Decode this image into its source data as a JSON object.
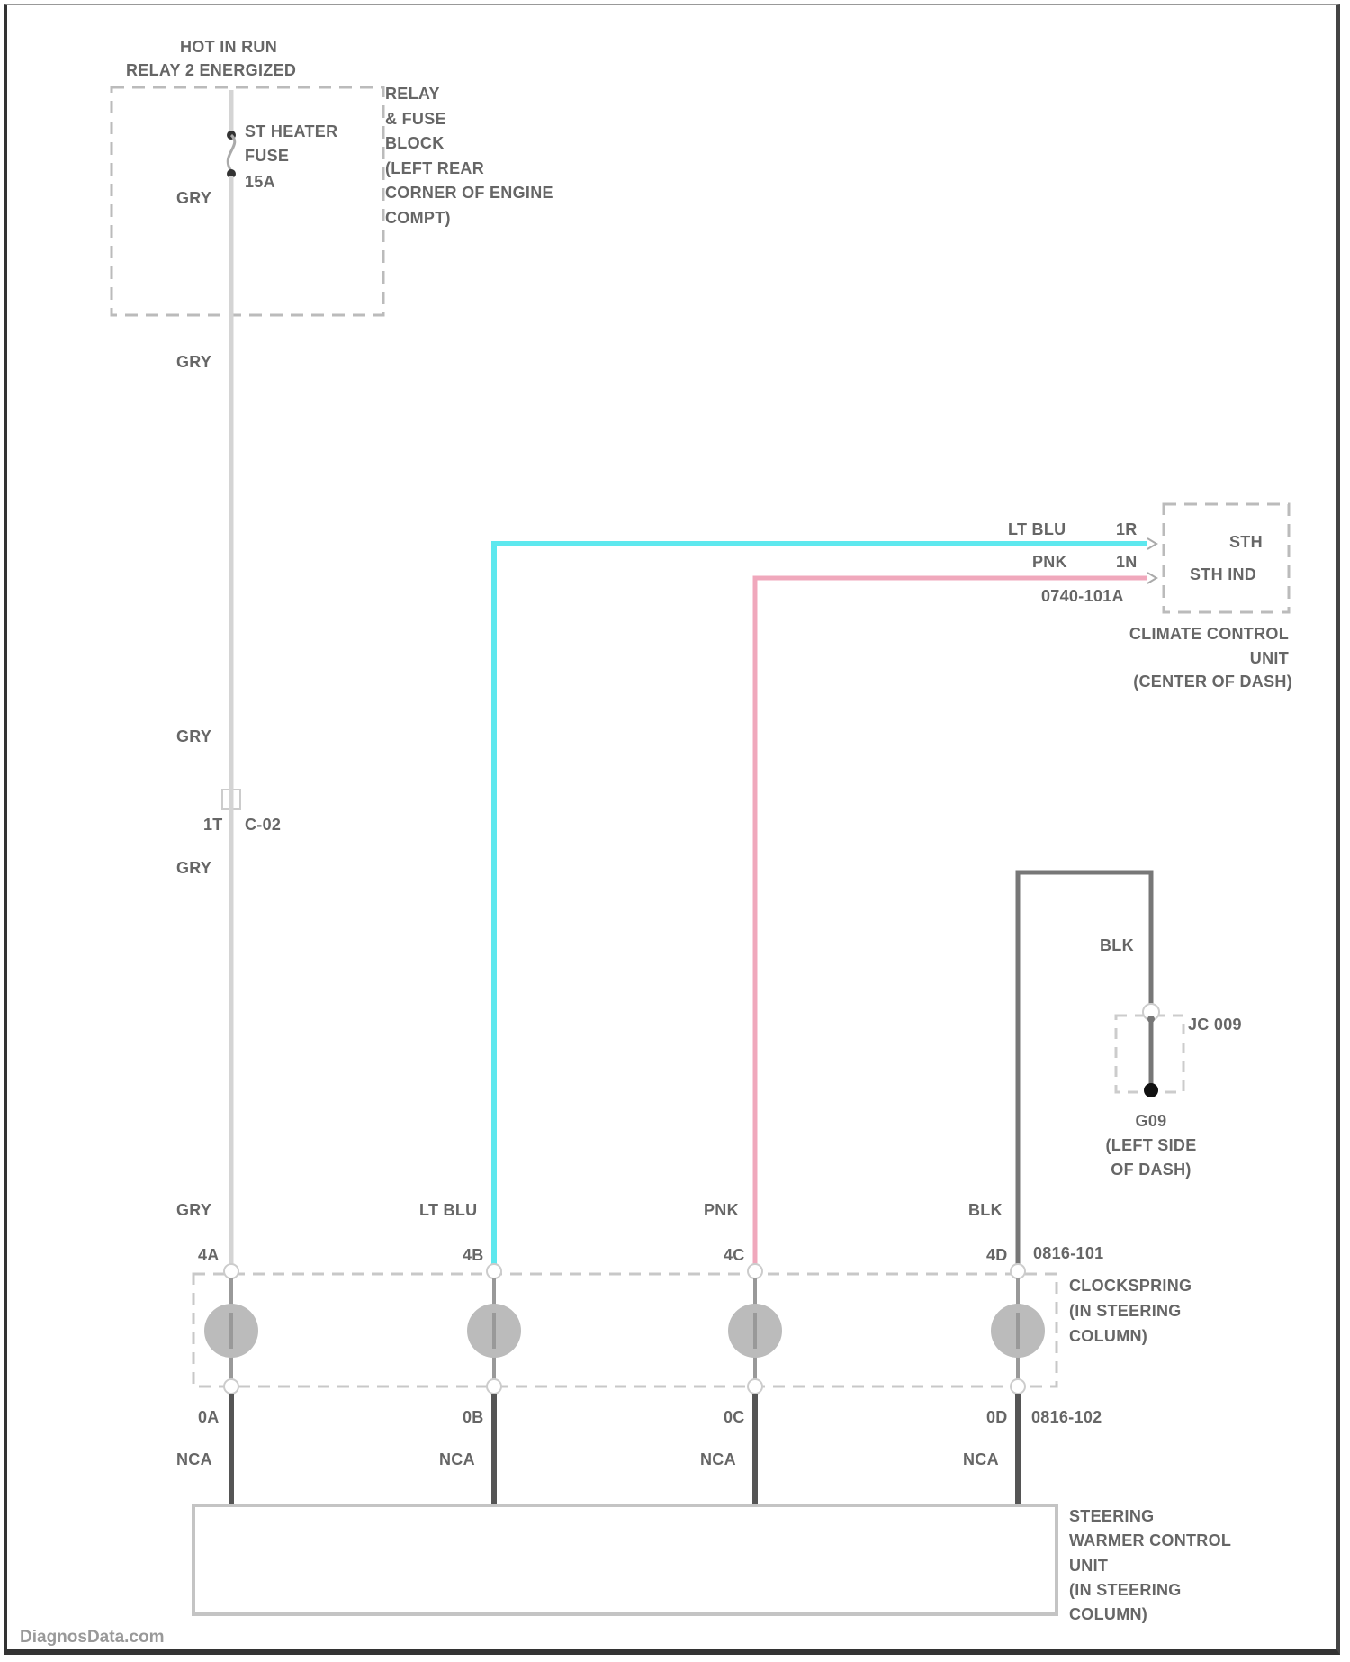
{
  "power_source": {
    "line1": "HOT IN RUN",
    "line2": "RELAY 2 ENERGIZED"
  },
  "relay_fuse_block": {
    "fuse_label": [
      "ST HEATER",
      "FUSE",
      "15A"
    ],
    "location": [
      "RELAY",
      "& FUSE",
      "BLOCK",
      "(LEFT REAR",
      "CORNER OF ENGINE",
      "COMPT)"
    ]
  },
  "wires": {
    "gry": "GRY",
    "lt_blu": "LT BLU",
    "pnk": "PNK",
    "blk": "BLK",
    "nca": "NCA"
  },
  "inline_connector": {
    "pin": "1T",
    "id": "C-02"
  },
  "climate_control_unit": {
    "pins": {
      "lt_blu": "1R",
      "pnk": "1N"
    },
    "connector": "0740-101A",
    "inside": [
      "STH",
      "STH IND"
    ],
    "label": [
      "CLIMATE CONTROL",
      "UNIT",
      "(CENTER OF DASH)"
    ]
  },
  "ground": {
    "junction": "JC 009",
    "id": "G09",
    "location": [
      "(LEFT SIDE",
      "OF DASH)"
    ]
  },
  "clockspring": {
    "top_pins": [
      "4A",
      "4B",
      "4C",
      "4D"
    ],
    "top_connector": "0816-101",
    "bottom_pins": [
      "0A",
      "0B",
      "0C",
      "0D"
    ],
    "bottom_connector": "0816-102",
    "label": [
      "CLOCKSPRING",
      "(IN STEERING",
      "COLUMN)"
    ]
  },
  "steering_warmer_control_unit": {
    "label": [
      "STEERING",
      "WARMER CONTROL",
      "UNIT",
      "(IN STEERING",
      "COLUMN)"
    ]
  },
  "watermark": "DiagnosData.com",
  "colors": {
    "gry_wire": "#d4d4d4",
    "lt_blu_wire": "#5ee8ee",
    "pnk_wire": "#f0a8bc",
    "blk_wire": "#777777",
    "dashed": "#bbbbbb",
    "text": "#666666"
  }
}
